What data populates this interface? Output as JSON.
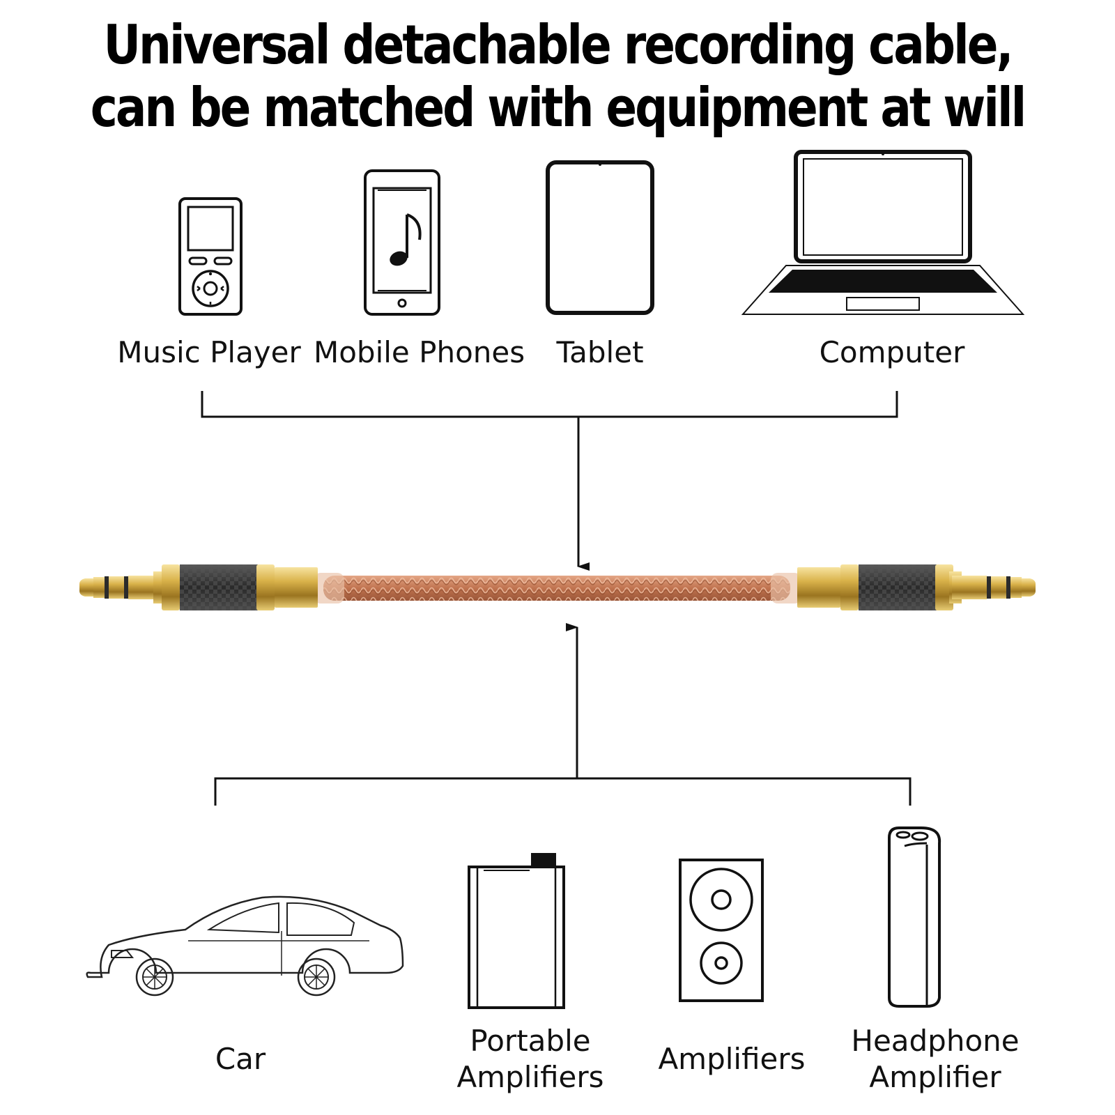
{
  "headline": {
    "line1": "Universal detachable recording cable,",
    "line2": "can be matched with equipment at will"
  },
  "top_devices": [
    {
      "label": "Music Player",
      "icon": "music-player-icon"
    },
    {
      "label": "Mobile Phones",
      "icon": "mobile-phone-icon"
    },
    {
      "label": "Tablet",
      "icon": "tablet-icon"
    },
    {
      "label": "Computer",
      "icon": "laptop-icon"
    }
  ],
  "bottom_devices": [
    {
      "label_lines": [
        "Car"
      ],
      "icon": "car-icon"
    },
    {
      "label_lines": [
        "Portable",
        "Amplifiers"
      ],
      "icon": "portable-amplifier-icon"
    },
    {
      "label_lines": [
        "Amplifiers"
      ],
      "icon": "speaker-icon"
    },
    {
      "label_lines": [
        "Headphone",
        "Amplifier"
      ],
      "icon": "headphone-amplifier-icon"
    }
  ],
  "colors": {
    "cable": "#c9825f",
    "gold": "#d9b24a",
    "carbon": "#3a3a3a",
    "line": "#111111"
  }
}
